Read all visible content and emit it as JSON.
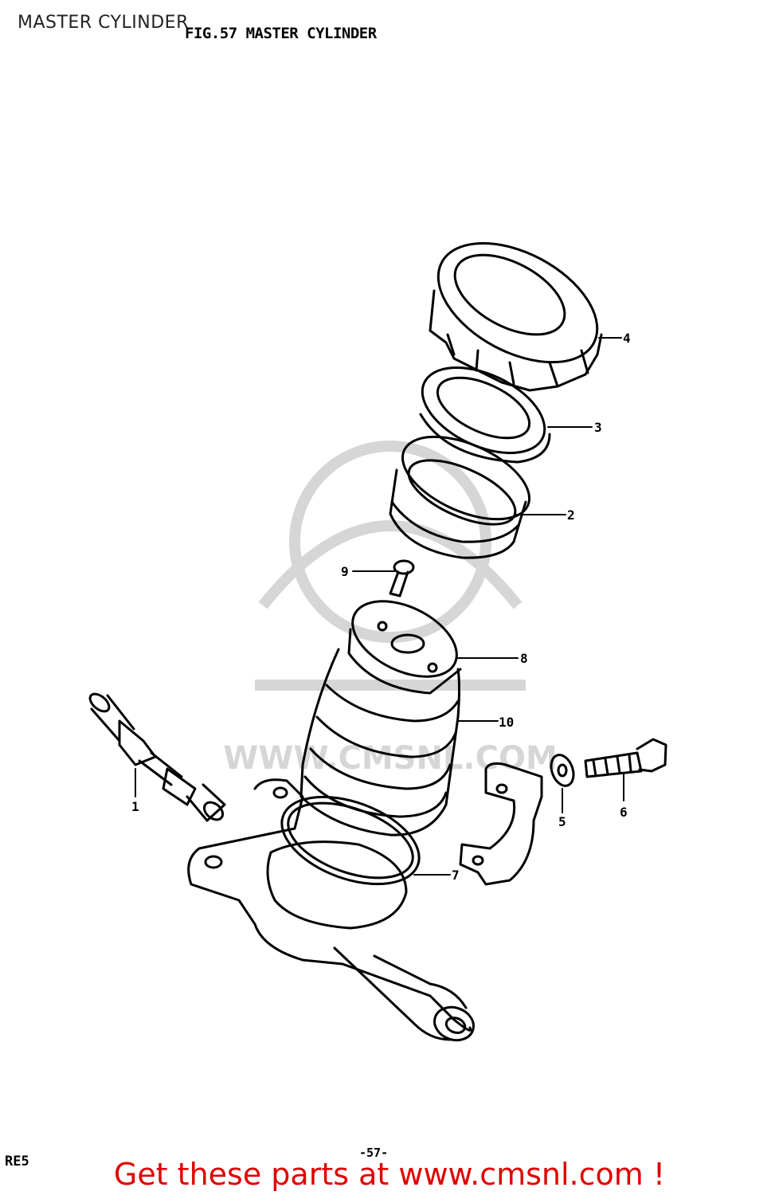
{
  "header": {
    "overlay_title": "MASTER CYLINDER",
    "fig_title": "FIG.57  MASTER CYLINDER"
  },
  "diagram": {
    "callouts": [
      "1",
      "2",
      "3",
      "4",
      "5",
      "6",
      "7",
      "8",
      "9",
      "10"
    ],
    "watermark": "WWW.CMSNL.COM"
  },
  "footer": {
    "model_code": "RE5",
    "page_number": "-57-",
    "promo": "Get these parts at www.cmsnl.com !"
  },
  "colors": {
    "promo": "#e00000",
    "watermark": "#d6d6d6"
  }
}
